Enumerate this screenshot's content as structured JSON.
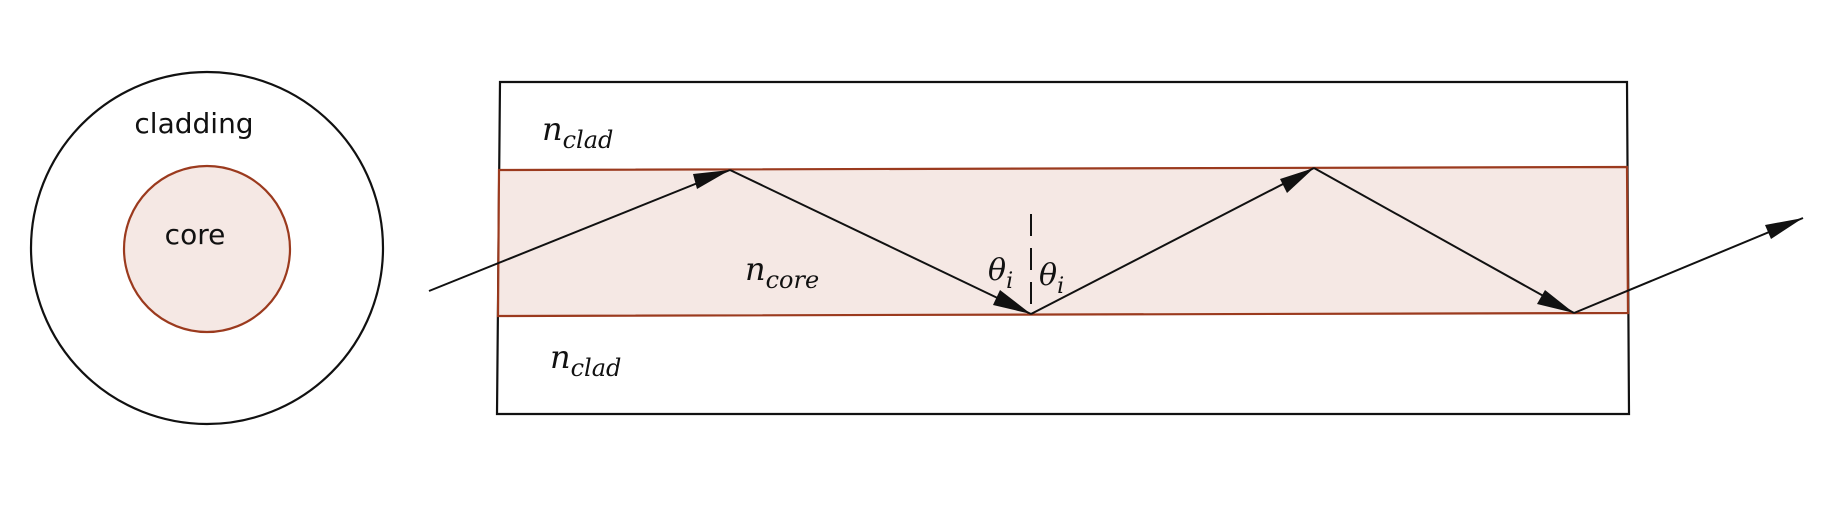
{
  "cross_section": {
    "cladding_label": "cladding",
    "core_label": "core"
  },
  "side_view": {
    "n_clad_top": {
      "base": "n",
      "sub": "clad"
    },
    "n_core": {
      "base": "n",
      "sub": "core"
    },
    "n_clad_bottom": {
      "base": "n",
      "sub": "clad"
    },
    "angle_left": {
      "base": "θ",
      "sub": "i"
    },
    "angle_right": {
      "base": "θ",
      "sub": "i"
    }
  },
  "colors": {
    "core_fill": "#f5e8e4",
    "core_stroke": "#9b3a1e",
    "line": "#111111"
  }
}
